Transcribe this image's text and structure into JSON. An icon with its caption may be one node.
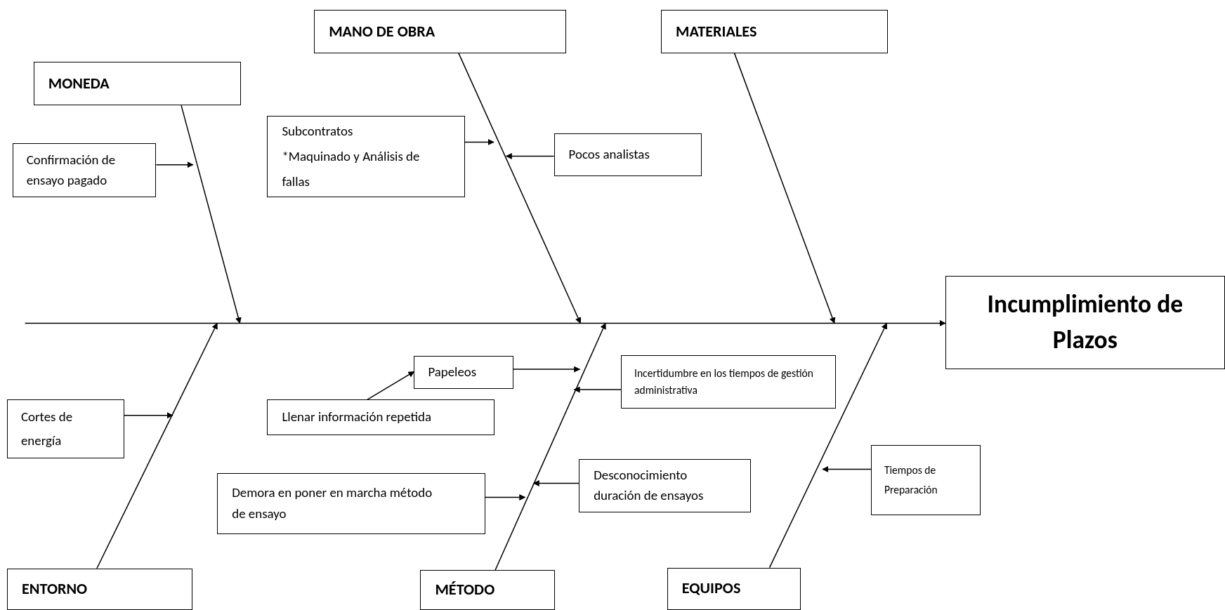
{
  "diagram": {
    "nodes": [
      {
        "text": [
          "MONEDA"
        ]
      },
      {
        "text": [
          "MANO DE OBRA"
        ]
      },
      {
        "text": [
          "MATERIALES"
        ]
      },
      {
        "text": [
          "Confirmación de ensayo pagado"
        ]
      },
      {
        "text": [
          "Subcontratos",
          "*Maquinado y Análisis de fallas"
        ]
      },
      {
        "text": [
          "Pocos analistas"
        ]
      },
      {
        "text": [
          "Incumplimiento de Plazos"
        ]
      },
      {
        "text": [
          "Papeleos"
        ]
      },
      {
        "text": [
          "Incertidumbre en los tiempos de gestión administrativa"
        ]
      },
      {
        "text": [
          "Cortes de energía"
        ]
      },
      {
        "text": [
          "Llenar información repetida"
        ]
      },
      {
        "text": [
          "Demora en poner en marcha método de ensayo"
        ]
      },
      {
        "text": [
          "Desconocimiento duración de ensayos"
        ]
      },
      {
        "text": [
          "Tiempos de Preparación"
        ]
      },
      {
        "text": [
          "ENTORNO"
        ]
      },
      {
        "text": [
          "MÉTODO"
        ]
      },
      {
        "text": [
          "EQUIPOS"
        ]
      }
    ],
    "edges": [
      {
        "from": null,
        "to": 6,
        "arrow": "to"
      },
      {
        "from": 0,
        "to": null,
        "arrow": "to"
      },
      {
        "from": 1,
        "to": null,
        "arrow": "to"
      },
      {
        "from": 2,
        "to": null,
        "arrow": "to"
      },
      {
        "from": 14,
        "to": null,
        "arrow": "to"
      },
      {
        "from": 15,
        "to": null,
        "arrow": "to"
      },
      {
        "from": 16,
        "to": null,
        "arrow": "to"
      },
      {
        "from": 3,
        "to": null,
        "arrow": "to"
      },
      {
        "from": 4,
        "to": null,
        "arrow": "to"
      },
      {
        "from": 5,
        "to": null,
        "arrow": "to"
      },
      {
        "from": 7,
        "to": null,
        "arrow": "to"
      },
      {
        "from": 8,
        "to": null,
        "arrow": "to"
      },
      {
        "from": 9,
        "to": null,
        "arrow": "to"
      },
      {
        "from": 11,
        "to": null,
        "arrow": "to"
      },
      {
        "from": 12,
        "to": null,
        "arrow": "to"
      },
      {
        "from": 13,
        "to": null,
        "arrow": "to"
      },
      {
        "from": 10,
        "to": 7,
        "arrow": "to"
      }
    ]
  }
}
